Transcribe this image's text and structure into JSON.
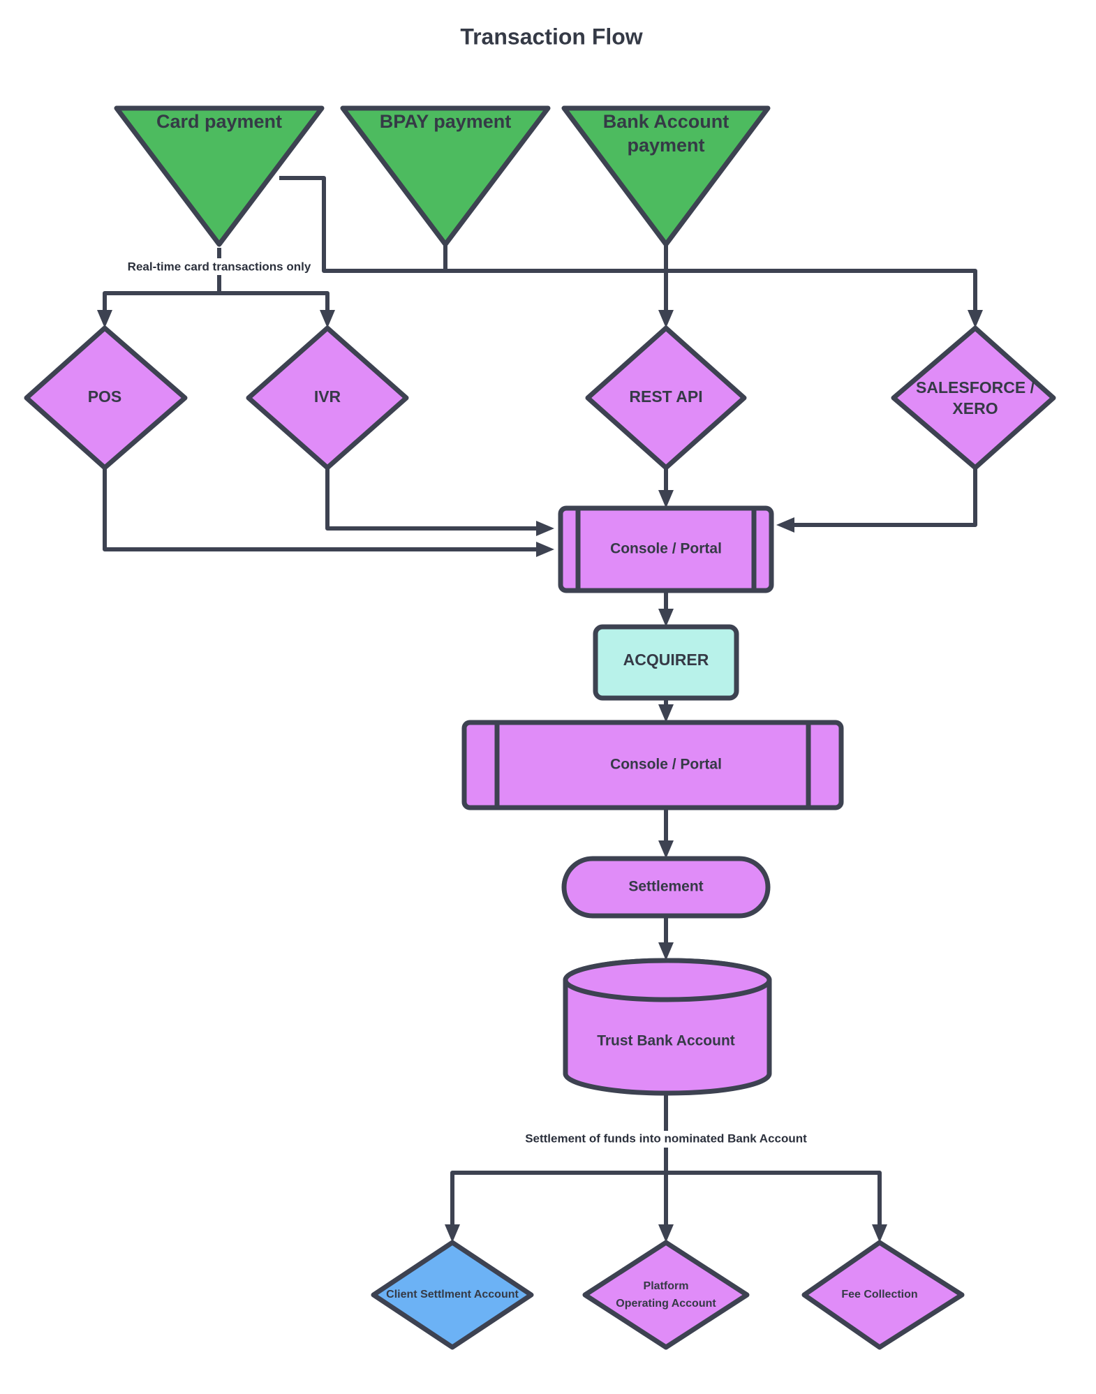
{
  "title": "Transaction Flow",
  "colors": {
    "stroke": "#3d4251",
    "green": "#4dbb5f",
    "magenta": "#e08cf8",
    "cyan": "#b8f2ea",
    "blue": "#6cb2f5",
    "text": "#353a46",
    "background": "#ffffff"
  },
  "nodes": {
    "card_payment": {
      "label": "Card payment",
      "shape": "inverted-triangle",
      "color": "green"
    },
    "bpay_payment": {
      "label": "BPAY payment",
      "shape": "inverted-triangle",
      "color": "green"
    },
    "bank_account_payment": {
      "label_line1": "Bank Account",
      "label_line2": "payment",
      "shape": "inverted-triangle",
      "color": "green"
    },
    "pos": {
      "label": "POS",
      "shape": "diamond",
      "color": "magenta"
    },
    "ivr": {
      "label": "IVR",
      "shape": "diamond",
      "color": "magenta"
    },
    "rest_api": {
      "label": "REST API",
      "shape": "diamond",
      "color": "magenta"
    },
    "salesforce_xero": {
      "label_line1": "SALESFORCE /",
      "label_line2": "XERO",
      "shape": "diamond",
      "color": "magenta"
    },
    "console_portal_1": {
      "label": "Console / Portal",
      "shape": "subroutine",
      "color": "magenta"
    },
    "acquirer": {
      "label": "ACQUIRER",
      "shape": "rounded-rect",
      "color": "cyan"
    },
    "console_portal_2": {
      "label": "Console / Portal",
      "shape": "subroutine",
      "color": "magenta"
    },
    "settlement": {
      "label": "Settlement",
      "shape": "stadium",
      "color": "magenta"
    },
    "trust_bank_account": {
      "label": "Trust Bank Account",
      "shape": "cylinder",
      "color": "magenta"
    },
    "client_settlment_account": {
      "label": "Client Settlment Account",
      "shape": "diamond",
      "color": "blue"
    },
    "platform_operating_account": {
      "label_line1": "Platform",
      "label_line2": "Operating Account",
      "shape": "diamond",
      "color": "magenta"
    },
    "fee_collection": {
      "label": "Fee Collection",
      "shape": "diamond",
      "color": "magenta"
    }
  },
  "edge_labels": {
    "realtime_card": "Real-time card transactions only",
    "settlement_of_funds": "Settlement of funds into nominated Bank Account"
  }
}
